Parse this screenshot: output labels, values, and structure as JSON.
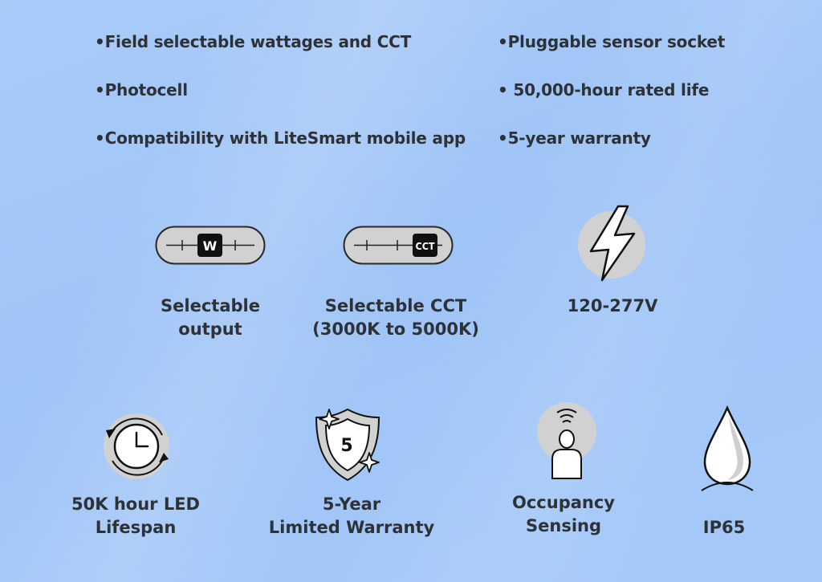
{
  "features": {
    "left": [
      "Field selectable wattages and CCT",
      "Photocell",
      "Compatibility with LiteSmart mobile app"
    ],
    "right": [
      "Pluggable sensor socket",
      " 50,000-hour rated life",
      "5-year warranty"
    ]
  },
  "icons": {
    "output": {
      "name": "wattage-slider-icon",
      "knob_text": "W",
      "label": [
        "Selectable",
        "output"
      ]
    },
    "cct": {
      "name": "cct-slider-icon",
      "knob_text": "CCT",
      "label": [
        "Selectable CCT",
        "(3000K to 5000K)"
      ]
    },
    "voltage": {
      "name": "lightning-bolt-icon",
      "label": [
        "120-277V"
      ]
    },
    "lifespan": {
      "name": "clock-cycle-icon",
      "label": [
        "50K hour LED",
        "Lifespan"
      ]
    },
    "warranty": {
      "name": "shield-warranty-icon",
      "badge_text": "5",
      "label": [
        "5-Year",
        "Limited Warranty"
      ]
    },
    "occupancy": {
      "name": "occupancy-sensor-icon",
      "label": [
        "Occupancy",
        "Sensing"
      ]
    },
    "ip": {
      "name": "water-drop-icon",
      "label": [
        "IP65"
      ]
    }
  },
  "colors": {
    "text": "#2d3138",
    "icon_gray": "#cfcfcf",
    "icon_dark": "#111111"
  }
}
